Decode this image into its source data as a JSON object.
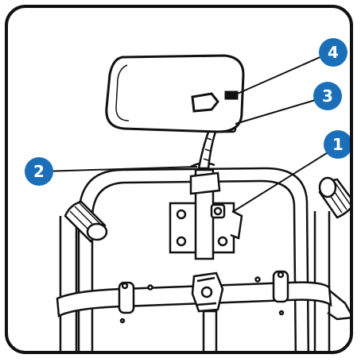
{
  "callouts": [
    {
      "label": "1"
    },
    {
      "label": "2"
    },
    {
      "label": "3"
    },
    {
      "label": "4"
    }
  ],
  "colors": {
    "callout_fill": "#1a6fb8",
    "line": "#111111",
    "frame": "#111111"
  }
}
